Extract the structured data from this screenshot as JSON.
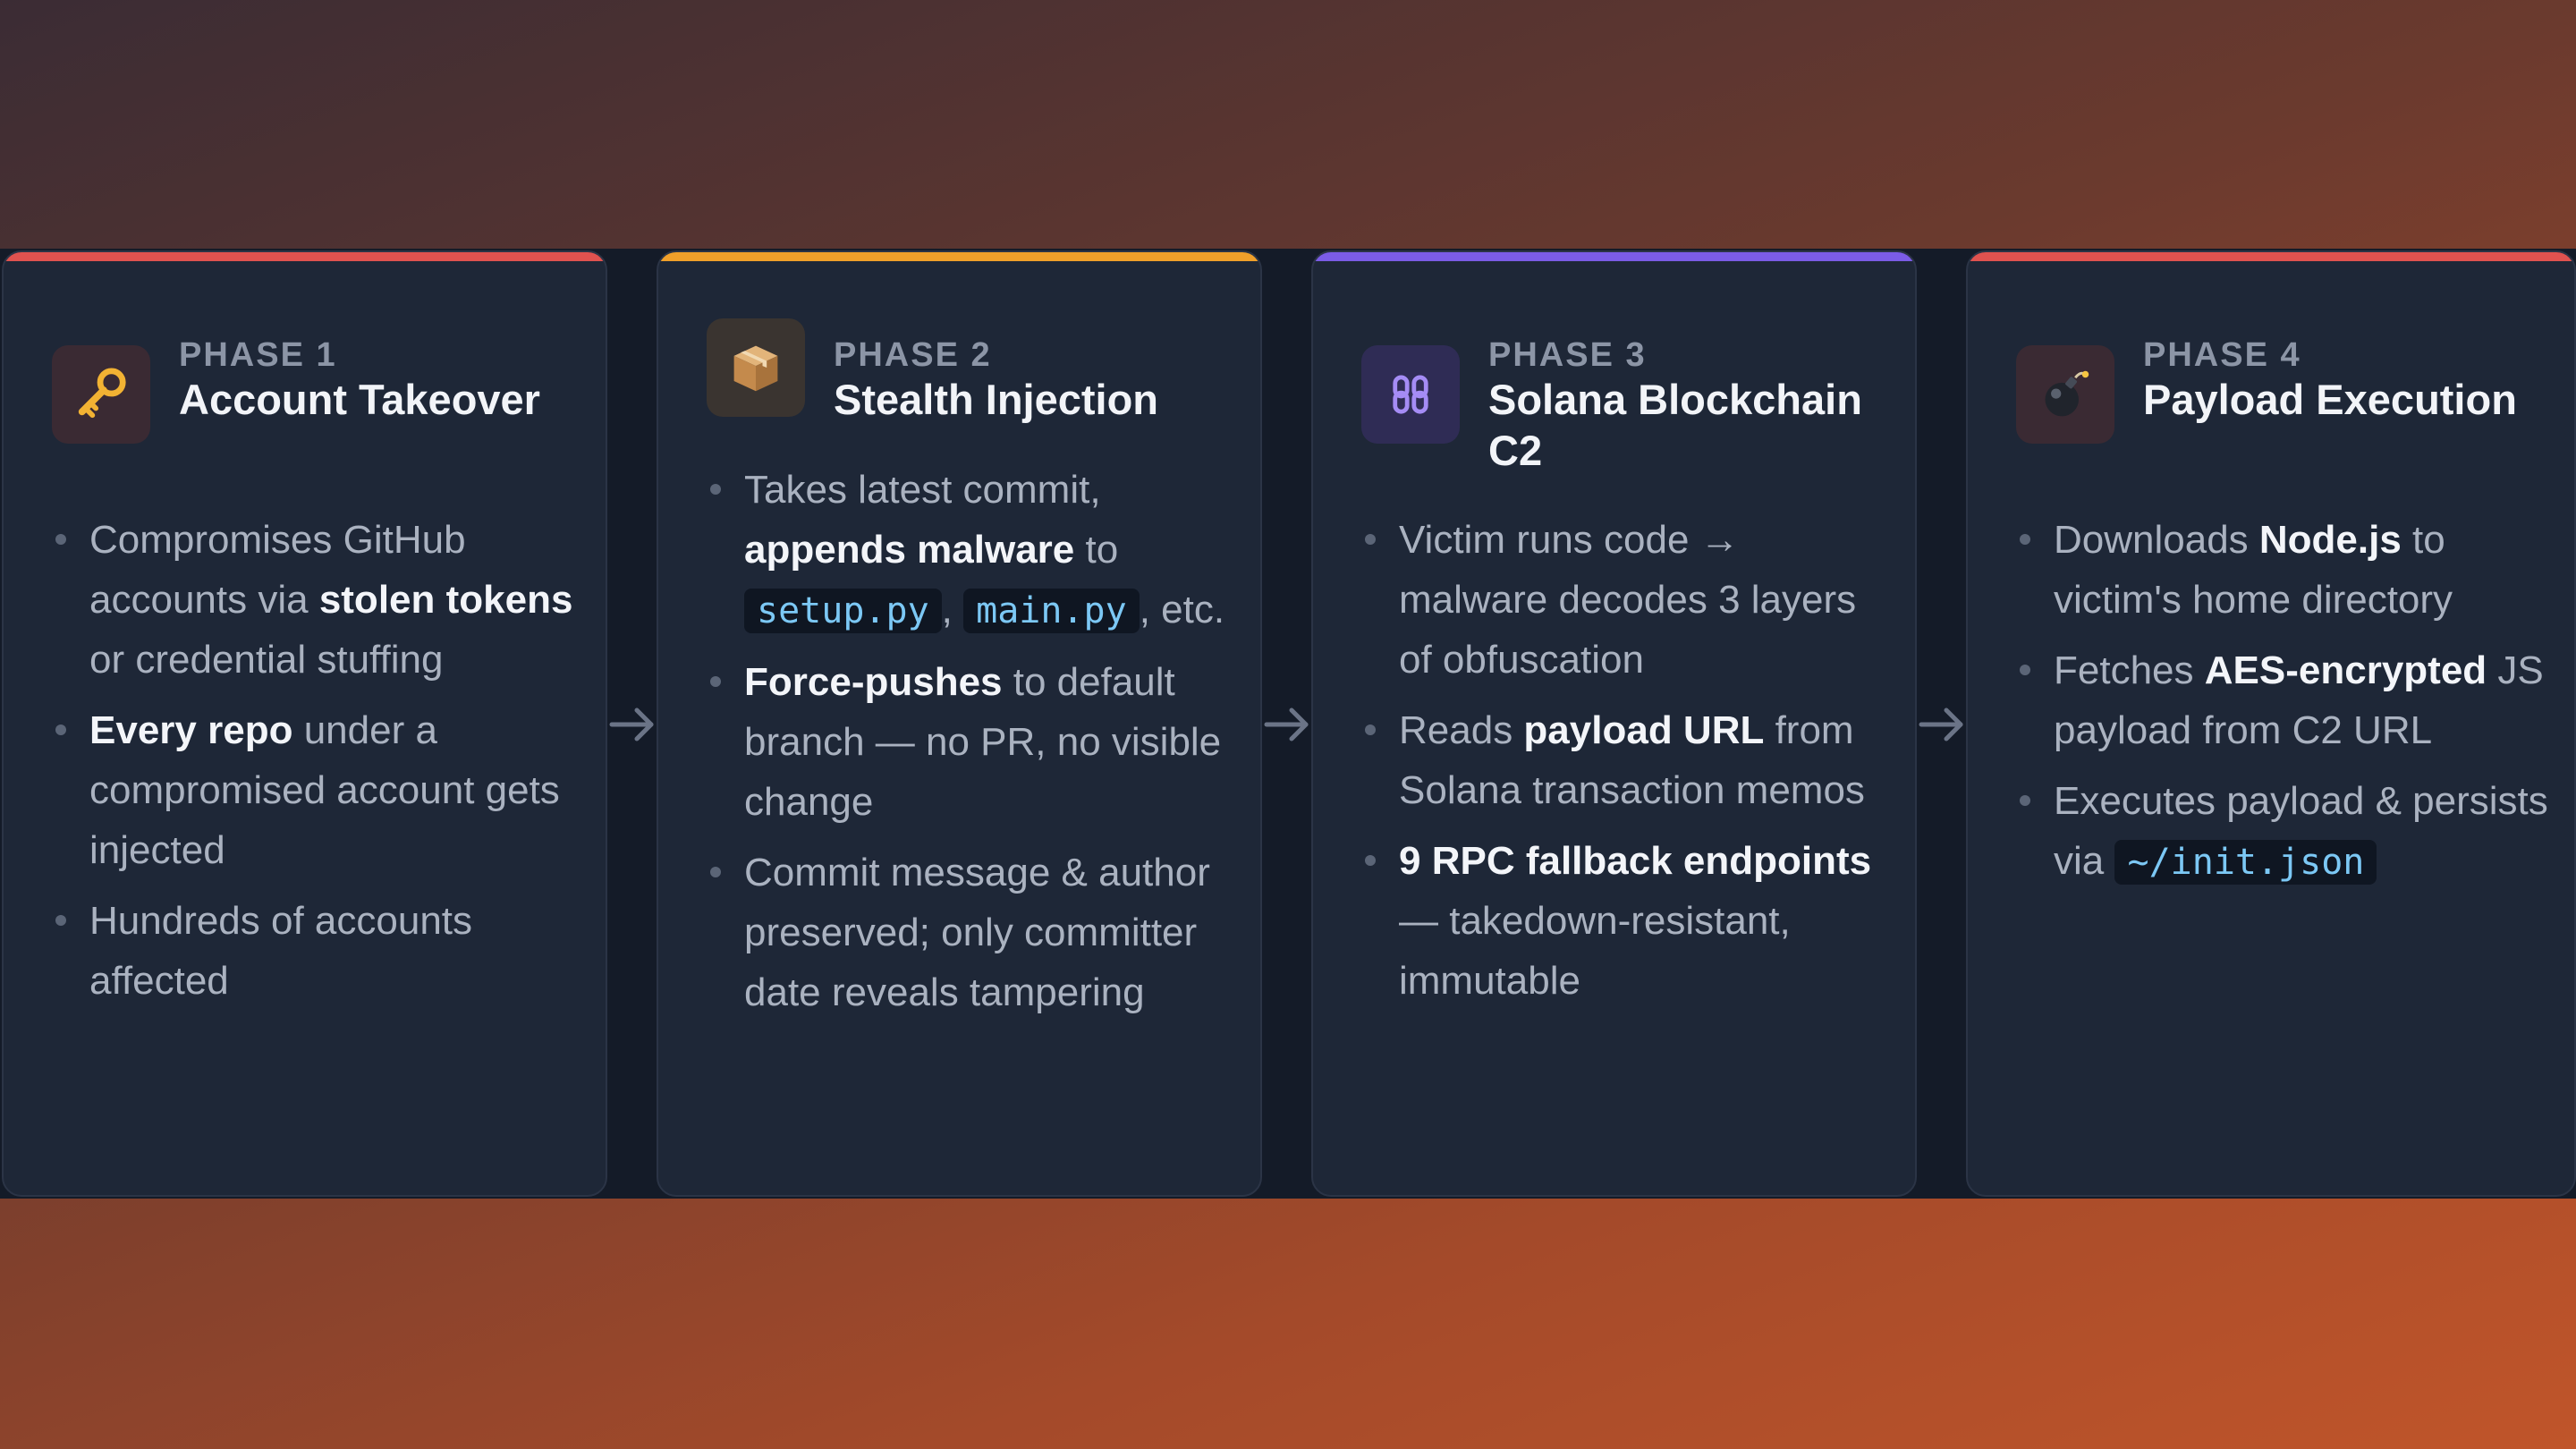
{
  "colors": {
    "card_bg": "#1e2737",
    "accent_phase1": "#e0524f",
    "accent_phase2": "#f0a02a",
    "accent_phase3": "#7b5ce6",
    "accent_phase4": "#e0524f",
    "code_text": "#7cc8f5"
  },
  "phases": [
    {
      "phase": "PHASE 1",
      "title": "Account Takeover",
      "icon": "key-icon",
      "bullets": [
        {
          "a": "Compromises GitHub accounts via ",
          "b": "stolen tokens",
          "c": " or credential stuffing"
        },
        {
          "b": "Every repo",
          "c": " under a compromised account gets injected"
        },
        {
          "a": "Hundreds of accounts affected"
        }
      ]
    },
    {
      "phase": "PHASE 2",
      "title": "Stealth Injection",
      "icon": "package-icon",
      "bullets": [
        {
          "a": "Takes latest commit, ",
          "b": "appends malware",
          "c": " to ",
          "code1": "setup.py",
          "sep": ", ",
          "code2": "main.py",
          "d": ", etc."
        },
        {
          "b": "Force-pushes",
          "c": " to default branch — no PR, no visible change"
        },
        {
          "a": "Commit message & author preserved; only committer date reveals tampering"
        }
      ]
    },
    {
      "phase": "PHASE 3",
      "title": "Solana Blockchain C2",
      "icon": "chain-link-icon",
      "bullets": [
        {
          "a": "Victim runs code → malware decodes 3 layers of obfuscation"
        },
        {
          "a": "Reads ",
          "b": "payload URL",
          "c": " from Solana transaction memos"
        },
        {
          "b": "9 RPC fallback endpoints",
          "c": " — takedown-resistant, immutable"
        }
      ]
    },
    {
      "phase": "PHASE 4",
      "title": "Payload Execution",
      "icon": "bomb-icon",
      "bullets": [
        {
          "a": "Downloads ",
          "b": "Node.js",
          "c": " to victim's home directory"
        },
        {
          "a": "Fetches ",
          "b": "AES-encrypted",
          "c": " JS payload from C2 URL"
        },
        {
          "a": "Executes payload & persists via ",
          "code1": "~/init.json"
        }
      ]
    }
  ]
}
